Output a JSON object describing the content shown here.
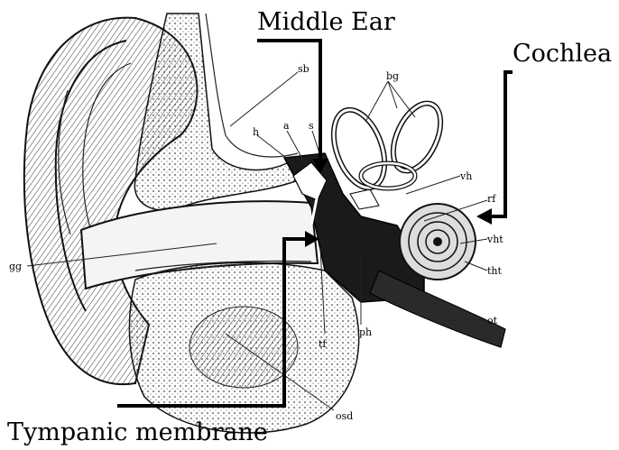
{
  "callouts": {
    "middle_ear": "Middle Ear",
    "cochlea": "Cochlea",
    "tympanic_membrane": "Tympanic membrane"
  },
  "part_labels": {
    "sb": "sb",
    "bg": "bg",
    "h": "h",
    "a": "a",
    "s": "s",
    "vh": "vh",
    "rf": "rf",
    "vht": "vht",
    "tht": "tht",
    "gg": "gg",
    "tf": "tf",
    "ph": "ph",
    "ot": "ot",
    "osd": "osd"
  },
  "colors": {
    "ink": "#000000",
    "background": "#ffffff"
  }
}
